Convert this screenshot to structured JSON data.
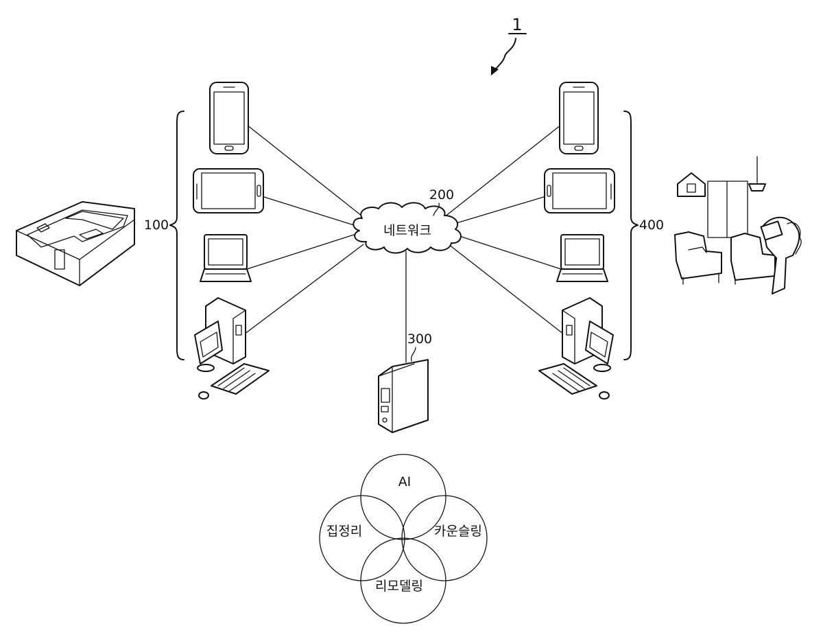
{
  "figure": {
    "system_ref": "1",
    "network": {
      "ref": "200",
      "label": "네트워크"
    },
    "server": {
      "ref": "300"
    },
    "group_left": {
      "ref": "100"
    },
    "group_right": {
      "ref": "400"
    },
    "services": [
      {
        "name": "ai",
        "label": "AI"
      },
      {
        "name": "tidying",
        "label": "집정리"
      },
      {
        "name": "counseling",
        "label": "카운슬링"
      },
      {
        "name": "remodeling",
        "label": "리모델링"
      }
    ]
  }
}
